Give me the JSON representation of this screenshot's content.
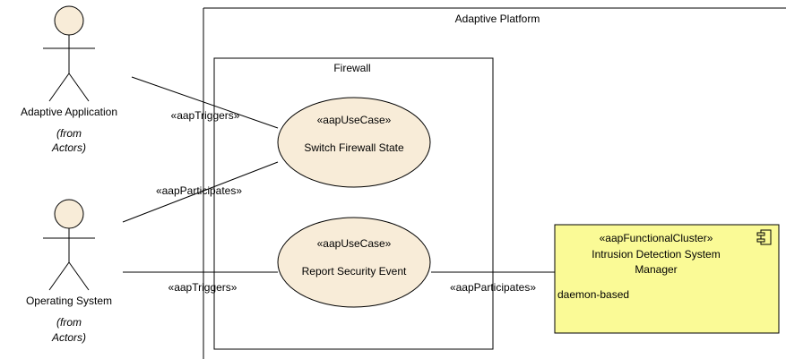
{
  "boundaries": {
    "platform": "Adaptive Platform",
    "firewall": "Firewall"
  },
  "actors": {
    "adaptive_application": {
      "name": "Adaptive Application",
      "from1": "(from",
      "from2": "Actors)"
    },
    "operating_system": {
      "name": "Operating System",
      "from1": "(from",
      "from2": "Actors)"
    }
  },
  "use_cases": {
    "switch_firewall_state": {
      "stereotype": "«aapUseCase»",
      "name": "Switch Firewall State"
    },
    "report_security_event": {
      "stereotype": "«aapUseCase»",
      "name": "Report Security Event"
    }
  },
  "component": {
    "stereotype": "«aapFunctionalCluster»",
    "name_line1": "Intrusion Detection System",
    "name_line2": "Manager",
    "attribute": "daemon-based"
  },
  "relations": {
    "app_triggers_switch": "«aapTriggers»",
    "os_participates_switch": "«aapParticipates»",
    "os_triggers_report": "«aapTriggers»",
    "idsm_participates_report": "«aapParticipates»"
  },
  "colors": {
    "use_case_fill": "#f8ecd8",
    "actor_fill": "#f8ecd8",
    "component_fill": "#fafa96",
    "line": "#000000"
  }
}
